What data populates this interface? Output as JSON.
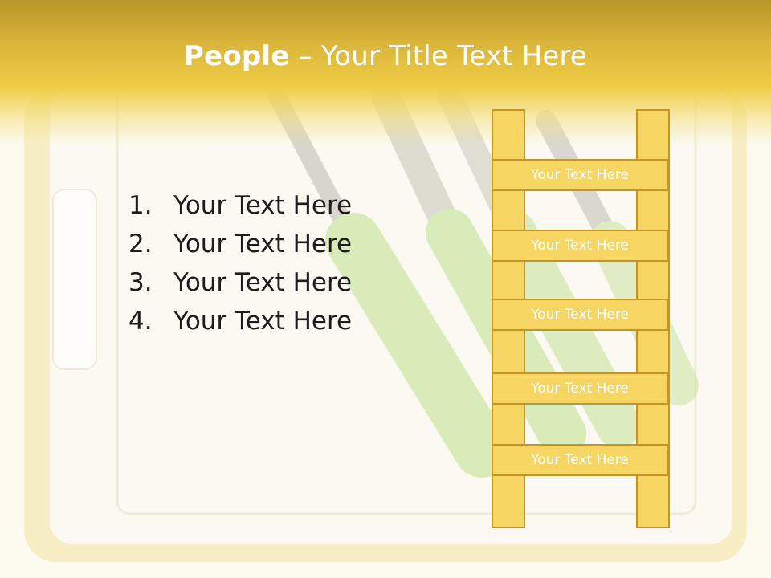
{
  "slide": {
    "title_bold": "People",
    "title_rest": " – Your Title Text Here"
  },
  "list": {
    "items": [
      {
        "num": "1.",
        "text": "Your Text Here"
      },
      {
        "num": "2.",
        "text": "Your Text Here"
      },
      {
        "num": "3.",
        "text": "Your Text Here"
      },
      {
        "num": "4.",
        "text": "Your Text Here"
      }
    ]
  },
  "ladder": {
    "rungs": [
      "Your Text Here",
      "Your Text Here",
      "Your Text Here",
      "Your Text Here",
      "Your Text Here"
    ]
  },
  "colors": {
    "title_band": "#efcd45",
    "ladder_fill": "#f6d563",
    "ladder_border": "#c19528",
    "title_text": "#ffffff",
    "body_text": "#1c1c1c"
  }
}
